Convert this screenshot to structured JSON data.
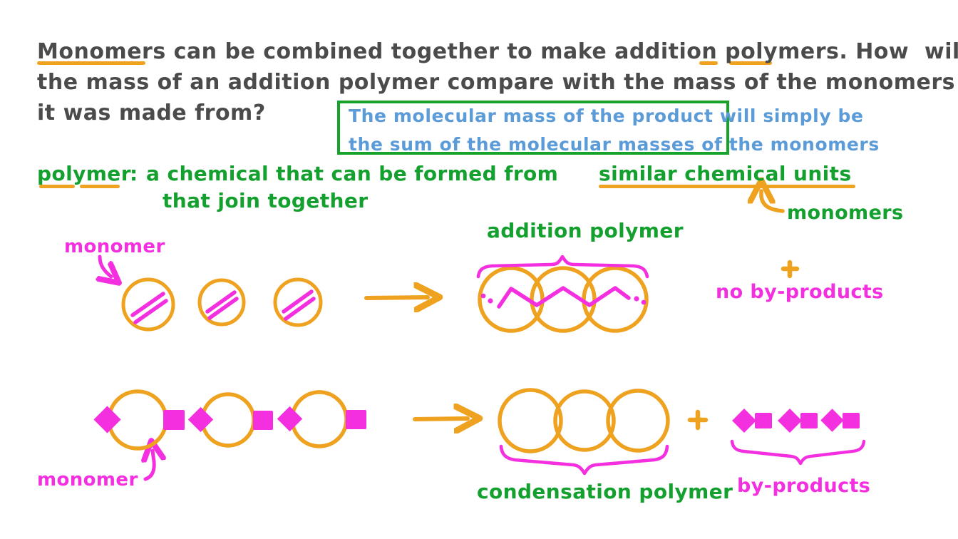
{
  "page": {
    "type": "handwritten-chemistry-notes",
    "background": "#ffffff"
  },
  "colors": {
    "text_grey": "#4b4b4b",
    "orange": "#efa21f",
    "green": "#14a02e",
    "blue": "#5b9bd8",
    "magenta": "#f32fe0"
  },
  "question": {
    "line1": "Monomers can be combined together to make addition polymers. How  will",
    "line2": "the mass of an addition polymer compare with the mass of the monomers",
    "line3": "it was made from?",
    "underlined_terms": [
      "Monomers",
      "polymers"
    ]
  },
  "answer": {
    "line1": "The molecular mass of the product will simply be",
    "line2": "the sum of the molecular masses of the monomers",
    "border_color": "#17a22b",
    "text_color": "#5b9bd8"
  },
  "definition": {
    "term": "polymer",
    "separator": ":",
    "body_line1": "a chemical that can be formed from ",
    "body_highlight": "similar chemical units",
    "body_line2": "that join together",
    "callout_label": "monomers"
  },
  "diagram": {
    "addition_row": {
      "monomer_label": "monomer",
      "monomer_count": 3,
      "product_label": "addition polymer",
      "product_circle_count": 3,
      "byproduct_note": "no by-products",
      "plus_sign": "+",
      "arrow": "reaction-arrow"
    },
    "condensation_row": {
      "monomer_label": "monomer",
      "monomer_count": 3,
      "product_label": "condensation polymer",
      "product_circle_count": 3,
      "byproduct_label": "by-products",
      "byproduct_count": 3,
      "plus_sign": "+",
      "arrow": "reaction-arrow"
    }
  }
}
